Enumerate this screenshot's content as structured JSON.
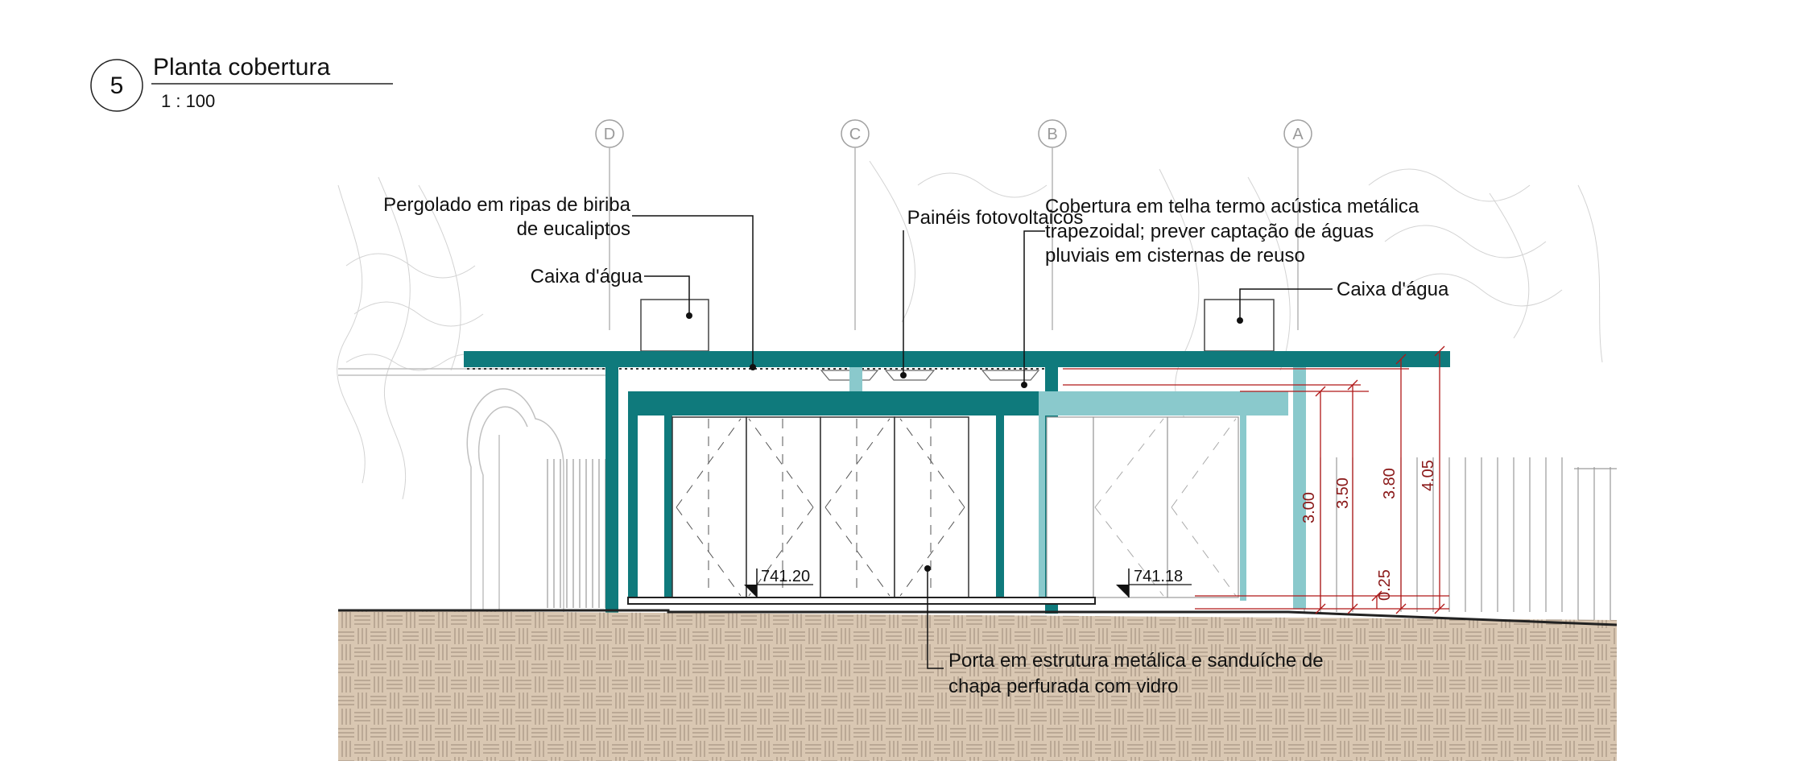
{
  "title_block": {
    "number": "5",
    "title": "Planta cobertura",
    "scale": "1 : 100"
  },
  "grid_axes": [
    "D",
    "C",
    "B",
    "A"
  ],
  "annotations": {
    "pergolado_line1": "Pergolado em ripas de biriba",
    "pergolado_line2": "de eucaliptos",
    "caixa_left": "Caixa d'água",
    "paineis": "Painéis fotovoltaicos",
    "cobertura_line1": "Cobertura em telha termo acústica metálica",
    "cobertura_line2": "trapezoidal; prever captação de águas",
    "cobertura_line3": "pluviais em cisternas de reuso",
    "caixa_right": "Caixa d'água",
    "porta_line1": "Porta em estrutura metálica e sanduíche de",
    "porta_line2": "chapa perfurada com vidro"
  },
  "levels": {
    "left": "741.20",
    "right": "741.18"
  },
  "dimensions": {
    "d300": "3.00",
    "d350": "3.50",
    "d380": "3.80",
    "d405": "4.05",
    "d025": "0.25"
  },
  "colors": {
    "structure": "#0f7a7c",
    "structure_light": "#8ac9cc",
    "ground": "#d9c7b2",
    "dimension": "#b01818"
  }
}
